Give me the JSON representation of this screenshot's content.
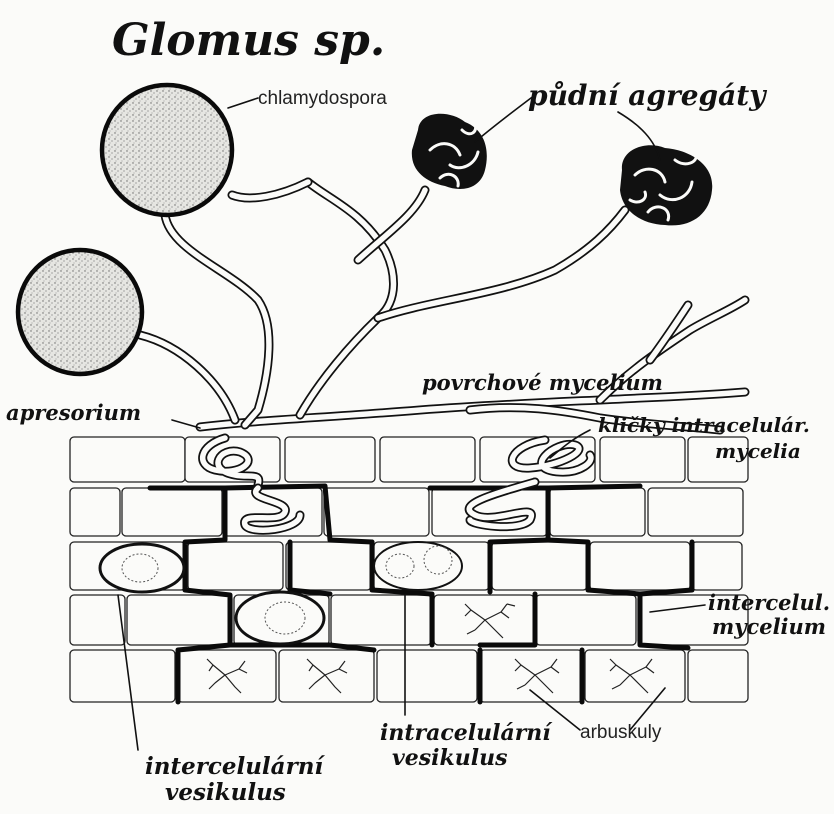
{
  "title": "Glomus sp.",
  "labels": {
    "chlamydospora": "chlamydospora",
    "agregaty": "půdní agregáty",
    "povrchove_mycelium": "povrchové mycelium",
    "apresorium": "apresorium",
    "klicky_line1": "kličky intracelulár.",
    "klicky_line2": "mycelia",
    "intercelul_line1": "intercelul.",
    "intercelul_line2": "mycelium",
    "arbuskuly": "arbuskuly",
    "intracelularni_line1": "intracelulární",
    "intracelularni_line2": "vesikulus",
    "intercelularni_line1": "intercelulární",
    "intercelularni_line2": "vesikulus"
  }
}
